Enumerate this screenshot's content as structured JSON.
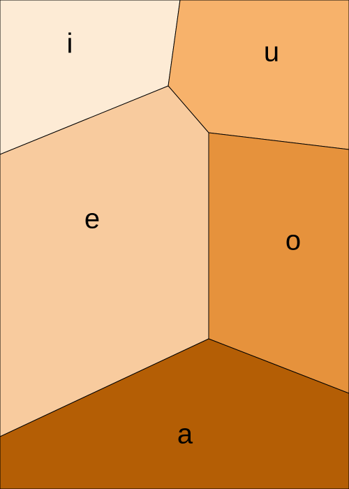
{
  "diagram": {
    "cells": [
      {
        "id": "i",
        "label": "i",
        "color": "#FDEBD5"
      },
      {
        "id": "u",
        "label": "u",
        "color": "#F7B26B"
      },
      {
        "id": "e",
        "label": "e",
        "color": "#F8CB9E"
      },
      {
        "id": "o",
        "label": "o",
        "color": "#E6923C"
      },
      {
        "id": "a",
        "label": "a",
        "color": "#B45E05"
      }
    ]
  }
}
